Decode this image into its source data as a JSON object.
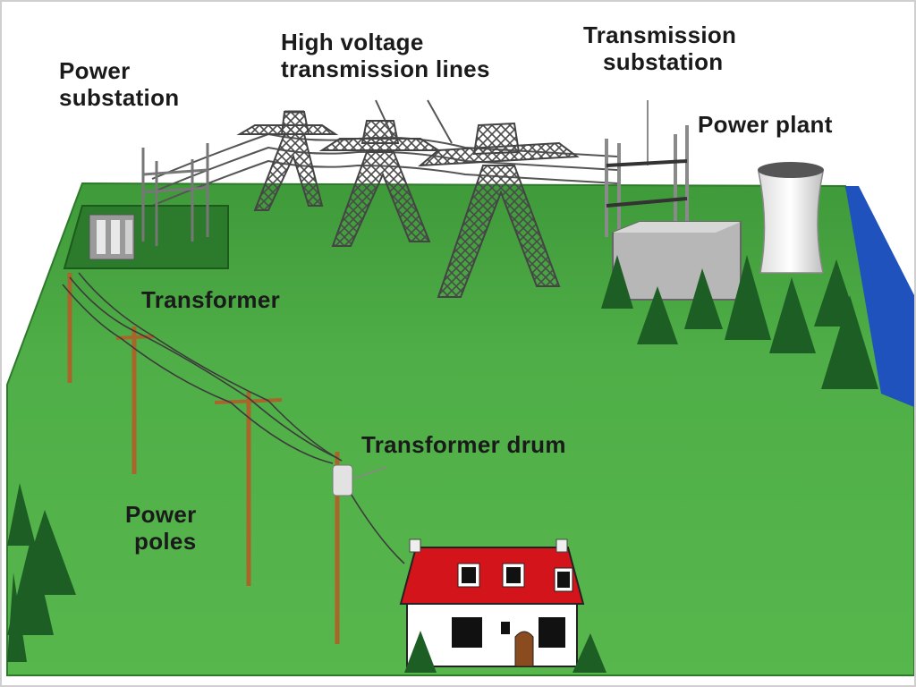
{
  "labels": {
    "power_substation": [
      "Power",
      "substation"
    ],
    "high_voltage": [
      "High voltage",
      "transmission lines"
    ],
    "transmission_substation": [
      "Transmission",
      "substation"
    ],
    "power_plant": "Power plant",
    "transformer": "Transformer",
    "transformer_drum": "Transformer drum",
    "power_poles": [
      "Power",
      "poles"
    ]
  },
  "colors": {
    "ground": "#4caf43",
    "ground_dark": "#2f8a2e",
    "tree": "#1d5e24",
    "water": "#1e4fb8",
    "roof": "#d3141b",
    "pole": "#a9652a",
    "tower": "#5a5a5a",
    "building": "#b9b9b9"
  },
  "icons": [
    "transmission-tower-icon",
    "cooling-tower-icon",
    "house-icon",
    "tree-icon",
    "utility-pole-icon"
  ]
}
